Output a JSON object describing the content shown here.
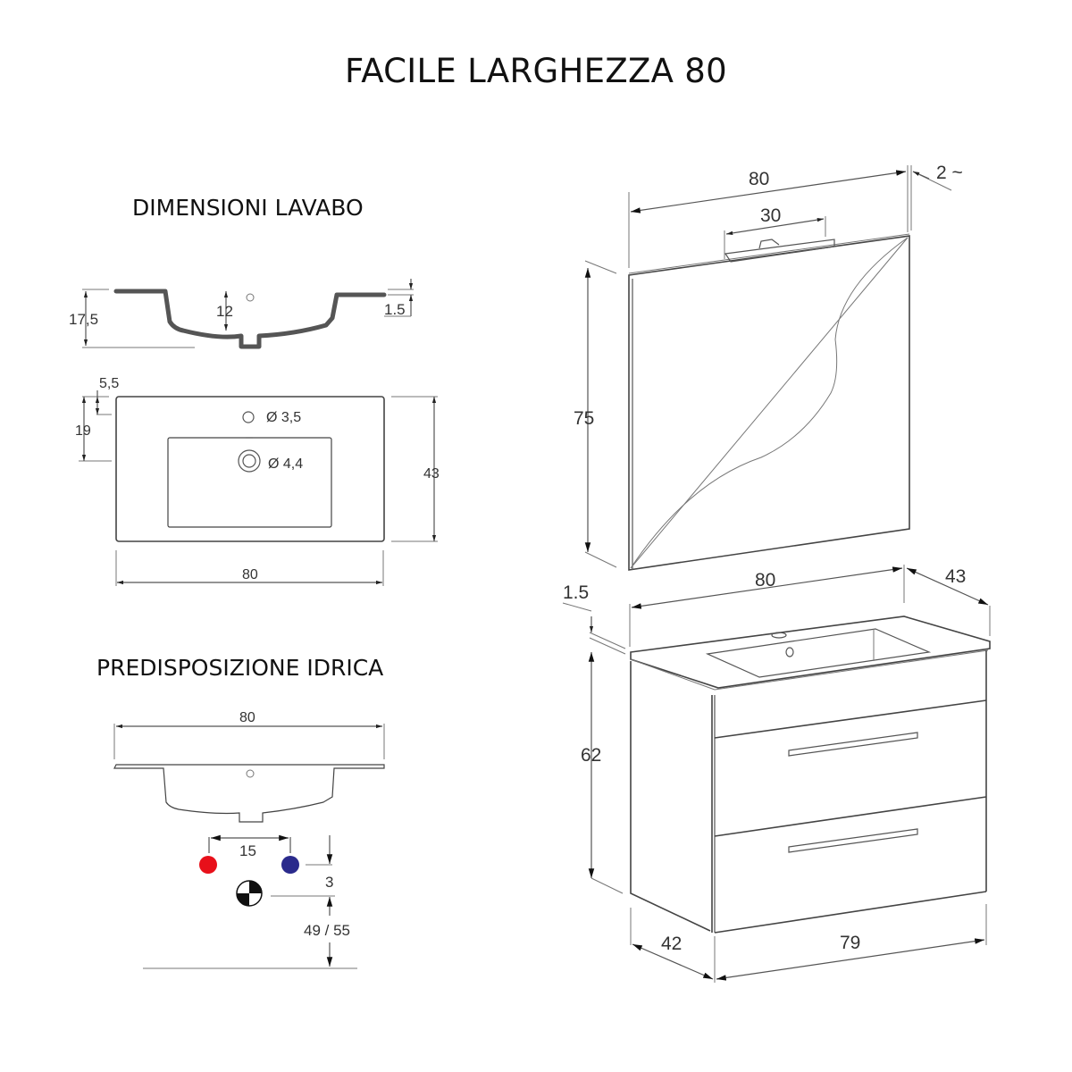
{
  "title": "FACILE LARGHEZZA 80",
  "sections": {
    "basin_dimensions": {
      "title": "DIMENSIONI LAVABO",
      "side_view": {
        "total_height": "17,5",
        "bowl_depth": "12",
        "rim_thickness": "1.5"
      },
      "top_view": {
        "tap_hole_offset": "5,5",
        "drain_offset": "19",
        "tap_hole_diameter": "Ø 3,5",
        "drain_diameter": "Ø 4,4",
        "depth": "43",
        "width": "80"
      }
    },
    "plumbing": {
      "title": "PREDISPOSIZIONE IDRICA",
      "width": "80",
      "inlet_spacing": "15",
      "drain_offset": "3",
      "drain_height": "49 / 55",
      "colors": {
        "hot": "#e8101a",
        "cold": "#2a2a8c"
      }
    },
    "mirror": {
      "width": "80",
      "lamp_width": "30",
      "depth": "2 ~",
      "height": "75"
    },
    "cabinet": {
      "top_thickness": "1.5",
      "top_width": "80",
      "top_depth": "43",
      "height": "62",
      "depth": "42",
      "width": "79"
    }
  }
}
